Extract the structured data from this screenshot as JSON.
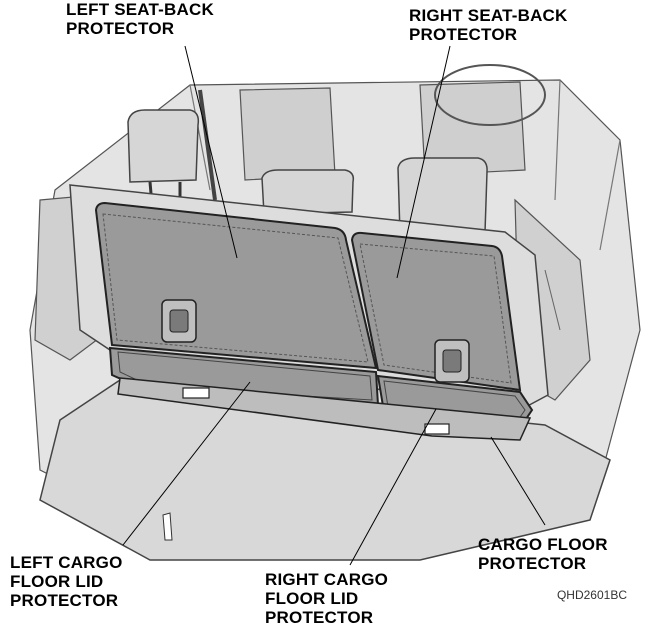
{
  "diagram": {
    "callouts": {
      "left_seat_back": [
        "LEFT SEAT-BACK",
        "PROTECTOR"
      ],
      "right_seat_back": [
        "RIGHT SEAT-BACK",
        "PROTECTOR"
      ],
      "left_cargo_lid": [
        "LEFT CARGO",
        "FLOOR LID",
        "PROTECTOR"
      ],
      "right_cargo_lid": [
        "RIGHT CARGO",
        "FLOOR LID",
        "PROTECTOR"
      ],
      "cargo_floor": [
        "CARGO FLOOR",
        "PROTECTOR"
      ]
    },
    "figure_code": "QHD2601BC"
  },
  "colors": {
    "line": "#222222",
    "panel_fill": "#9a9a9a",
    "trim_fill": "#cfcfcf",
    "floor_fill": "#d8d8d8",
    "background": "#ffffff"
  }
}
